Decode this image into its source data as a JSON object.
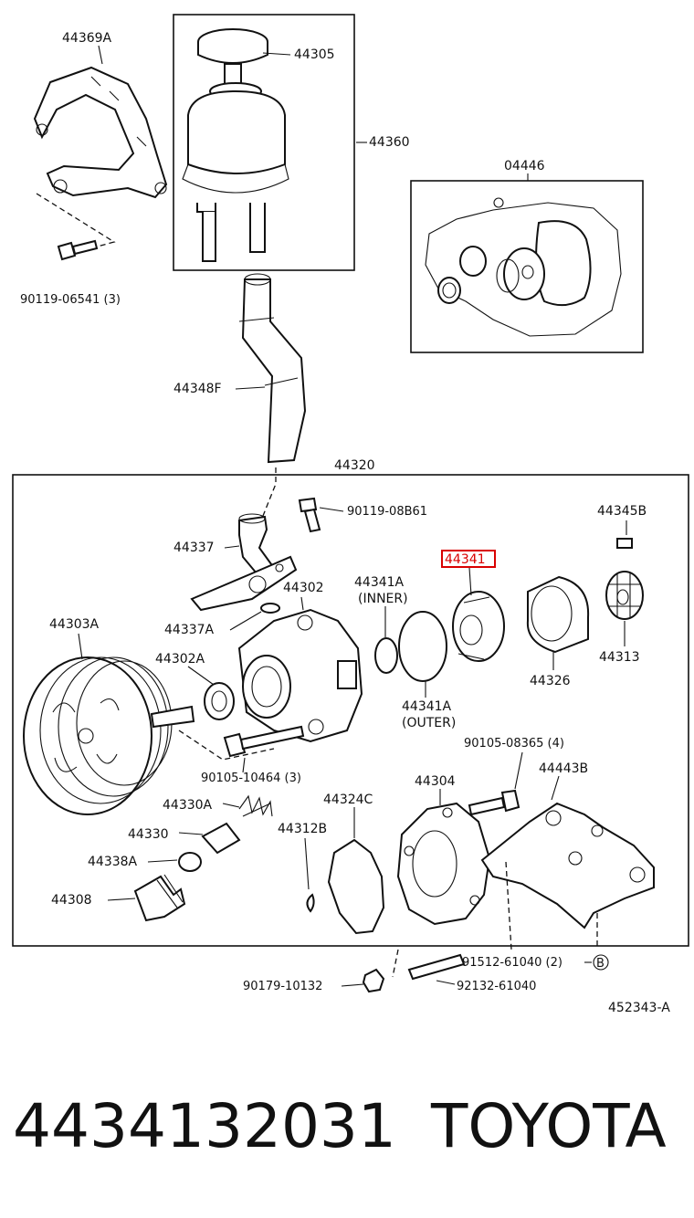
{
  "labels": {
    "p44369A": "44369A",
    "p44305": "44305",
    "p44360": "44360",
    "p04446": "04446",
    "p90119_06541": "90119-06541 (3)",
    "p44348F": "44348F",
    "p44320": "44320",
    "p90119_08B61": "90119-08B61",
    "p44345B": "44345B",
    "p44337": "44337",
    "p44341": "44341",
    "p44302": "44302",
    "p44341A_inner": "44341A",
    "inner": "(INNER)",
    "p44337A": "44337A",
    "p44303A": "44303A",
    "p44302A": "44302A",
    "p44326": "44326",
    "p44313": "44313",
    "p44341A_outer": "44341A",
    "outer": "(OUTER)",
    "p90105_08365": "90105-08365 (4)",
    "p90105_10464": "90105-10464 (3)",
    "p44304": "44304",
    "p44443B": "44443B",
    "p44330A": "44330A",
    "p44324C": "44324C",
    "p44330": "44330",
    "p44312B": "44312B",
    "p44338A": "44338A",
    "p44308": "44308",
    "p91512_61040": "91512-61040 (2)",
    "b_mark": "B",
    "p90179_10132": "90179-10132",
    "p92132_61040": "92132-61040",
    "ref": "452343-A"
  },
  "footer": {
    "part_number": "4434132031",
    "brand": "TOYOTA"
  },
  "colors": {
    "highlight": "#d90000",
    "ink": "#111111"
  }
}
